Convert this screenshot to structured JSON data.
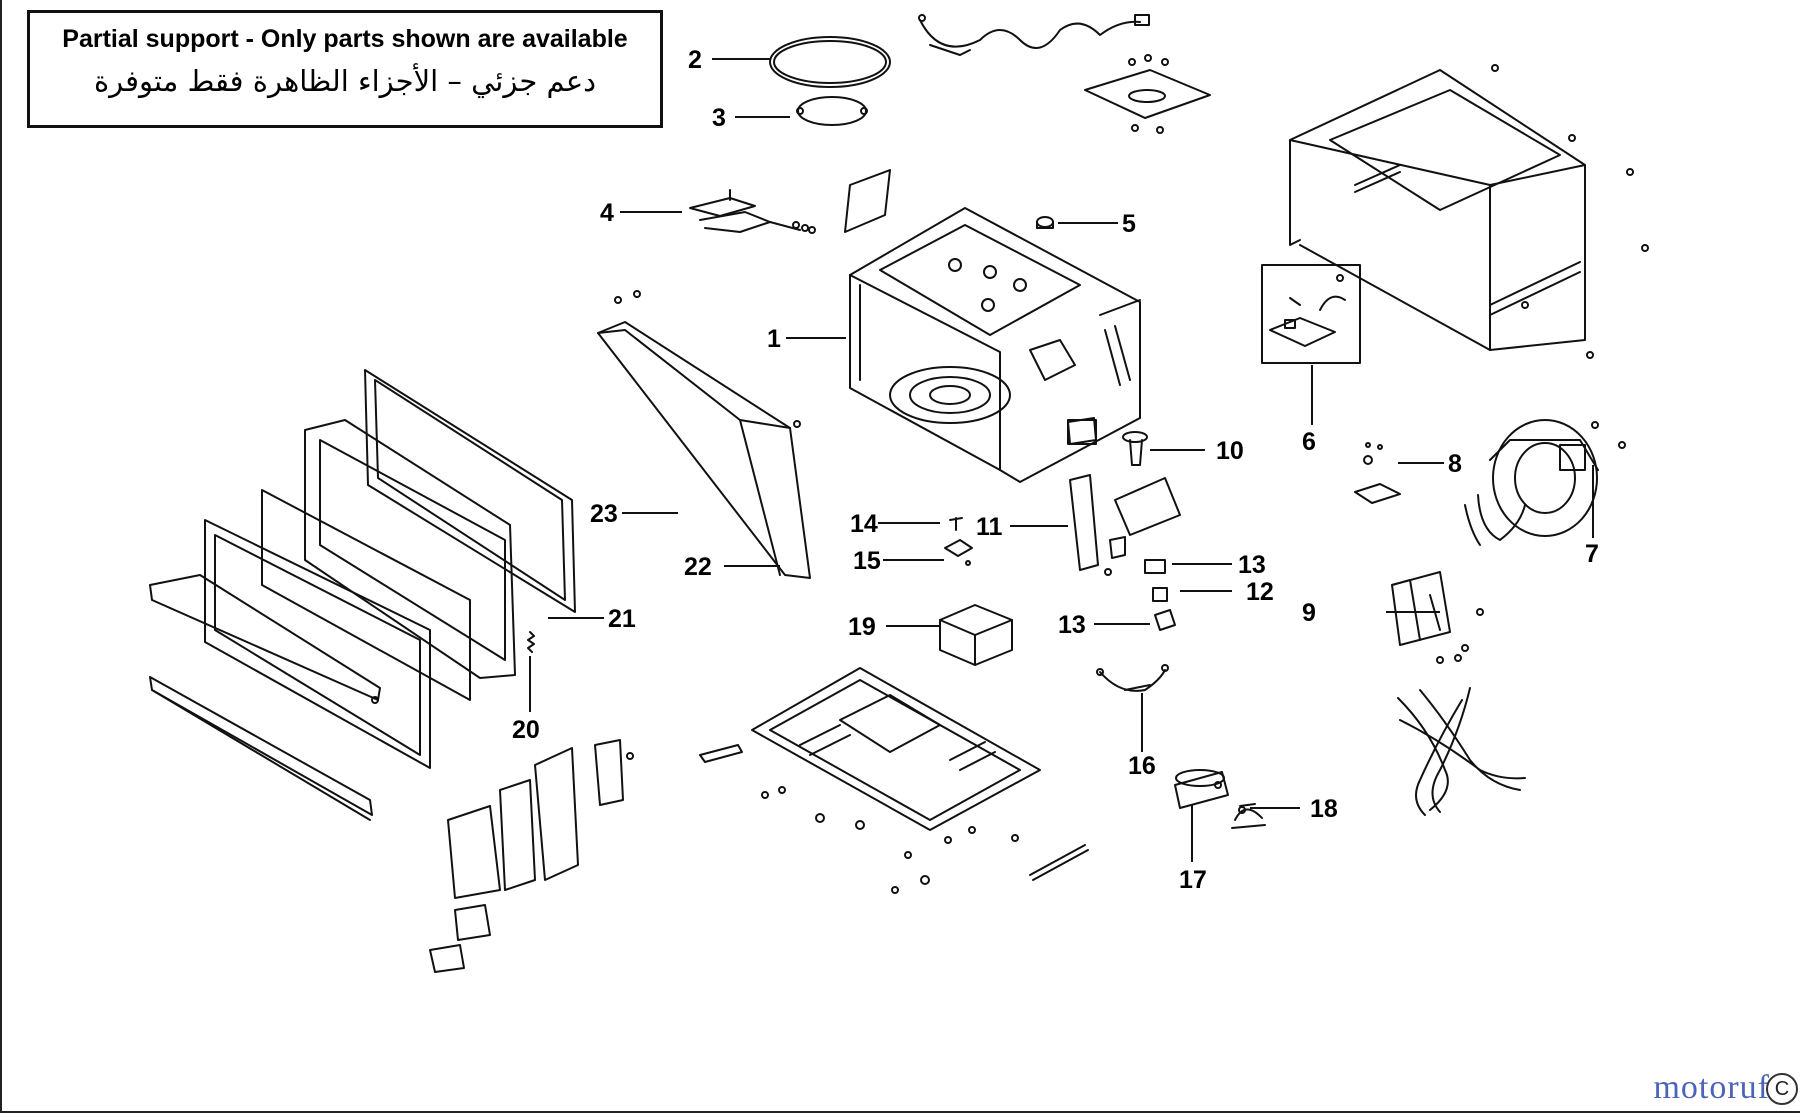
{
  "notice": {
    "english": "Partial support - Only parts shown are available",
    "arabic": "دعم جزئي – الأجزاء الظاهرة فقط متوفرة"
  },
  "callouts": [
    "1",
    "2",
    "3",
    "4",
    "5",
    "6",
    "7",
    "8",
    "9",
    "10",
    "11",
    "12",
    "13",
    "13",
    "14",
    "15",
    "16",
    "17",
    "18",
    "19",
    "20",
    "21",
    "22",
    "23"
  ],
  "watermark": {
    "text": "motoruf",
    "mark": "C",
    "color": "#4b63b8"
  },
  "colors": {
    "line": "#111111",
    "background": "#ffffff"
  }
}
